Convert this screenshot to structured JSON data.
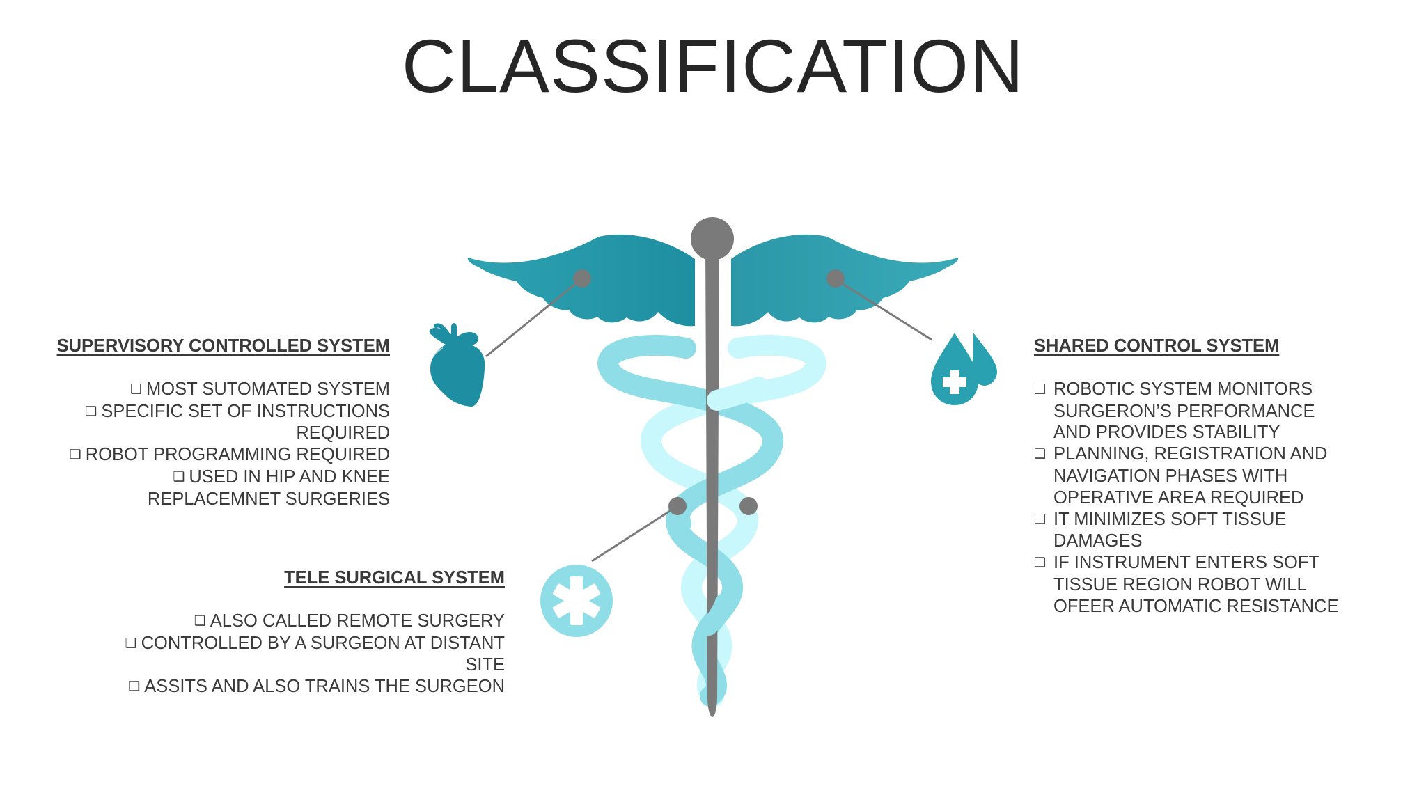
{
  "title": "CLASSIFICATION",
  "colors": {
    "teal_dark": "#1e8fa2",
    "teal_mid": "#2ba7b5",
    "aqua_light": "#9fe8ef",
    "aqua_pale": "#cffbfd",
    "grey_staff": "#7a7a7a",
    "text": "#3a3a3a"
  },
  "icons": {
    "left_wing": "heart-icon",
    "right_wing": "blood-drop-icon",
    "bottom": "medical-asterisk-icon",
    "center": "caduceus-icon"
  },
  "sections": {
    "supervisory": {
      "heading": "SUPERVISORY CONTROLLED SYSTEM",
      "items": [
        "MOST SUTOMATED SYSTEM",
        "SPECIFIC SET OF INSTRUCTIONS REQUIRED",
        "ROBOT PROGRAMMING REQUIRED",
        "USED IN HIP AND KNEE REPLACEMNET SURGERIES"
      ]
    },
    "tele": {
      "heading": "TELE SURGICAL SYSTEM",
      "items": [
        "ALSO CALLED REMOTE SURGERY",
        "CONTROLLED BY A SURGEON AT DISTANT SITE",
        "ASSITS AND ALSO TRAINS THE SURGEON"
      ]
    },
    "shared": {
      "heading": "SHARED CONTROL SYSTEM",
      "items": [
        "ROBOTIC SYSTEM MONITORS SURGERON’S PERFORMANCE AND PROVIDES STABILITY",
        "PLANNING, REGISTRATION AND NAVIGATION PHASES WITH OPERATIVE AREA REQUIRED",
        "IT MINIMIZES SOFT TISSUE DAMAGES",
        "IF INSTRUMENT ENTERS SOFT TISSUE REGION ROBOT WILL OFEER AUTOMATIC RESISTANCE"
      ]
    }
  }
}
